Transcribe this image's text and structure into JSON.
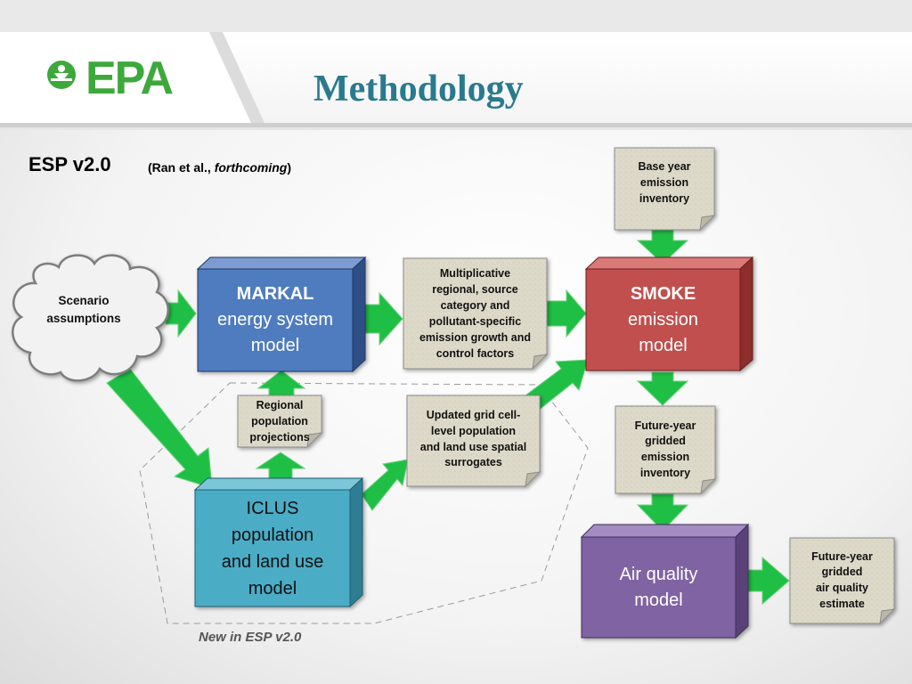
{
  "header": {
    "logo_text": "EPA",
    "title": "Methodology"
  },
  "subtitle": {
    "main": "ESP v2.0",
    "citation_prefix": "(Ran et al., ",
    "citation_italic": "forthcoming",
    "citation_suffix": ")"
  },
  "nodes": {
    "scenario": [
      "Scenario",
      "assumptions"
    ],
    "markal": {
      "bold": "MARKAL",
      "lines": [
        "energy system",
        "model"
      ]
    },
    "growth_factors": [
      "Multiplicative",
      "regional, source",
      "category and",
      "pollutant-specific",
      "emission growth and",
      "control factors"
    ],
    "smoke": {
      "bold": "SMOKE",
      "lines": [
        "emission",
        "model"
      ]
    },
    "base_year": [
      "Base year",
      "emission",
      "inventory"
    ],
    "regional_pop": [
      "Regional",
      "population",
      "projections"
    ],
    "grid_surrogates": [
      "Updated grid cell-",
      "level population",
      "and land use spatial",
      "surrogates"
    ],
    "iclus": [
      "ICLUS",
      "population",
      "and land use",
      "model"
    ],
    "future_inventory": [
      "Future-year",
      "gridded",
      "emission",
      "inventory"
    ],
    "air_quality": [
      "Air quality",
      "model"
    ],
    "future_aq": [
      "Future-year",
      "gridded",
      "air quality",
      "estimate"
    ]
  },
  "new_label": "New in ESP v2.0",
  "colors": {
    "brand_green": "#3ea83d",
    "title_teal": "#2a7a8e",
    "markal_blue": "#4f7bbf",
    "smoke_red": "#c0504d",
    "iclus_teal": "#4bacc6",
    "air_quality_purple": "#8064a2",
    "arrow_green": "#1fbf45",
    "note_fill": "#ddd9c9"
  }
}
